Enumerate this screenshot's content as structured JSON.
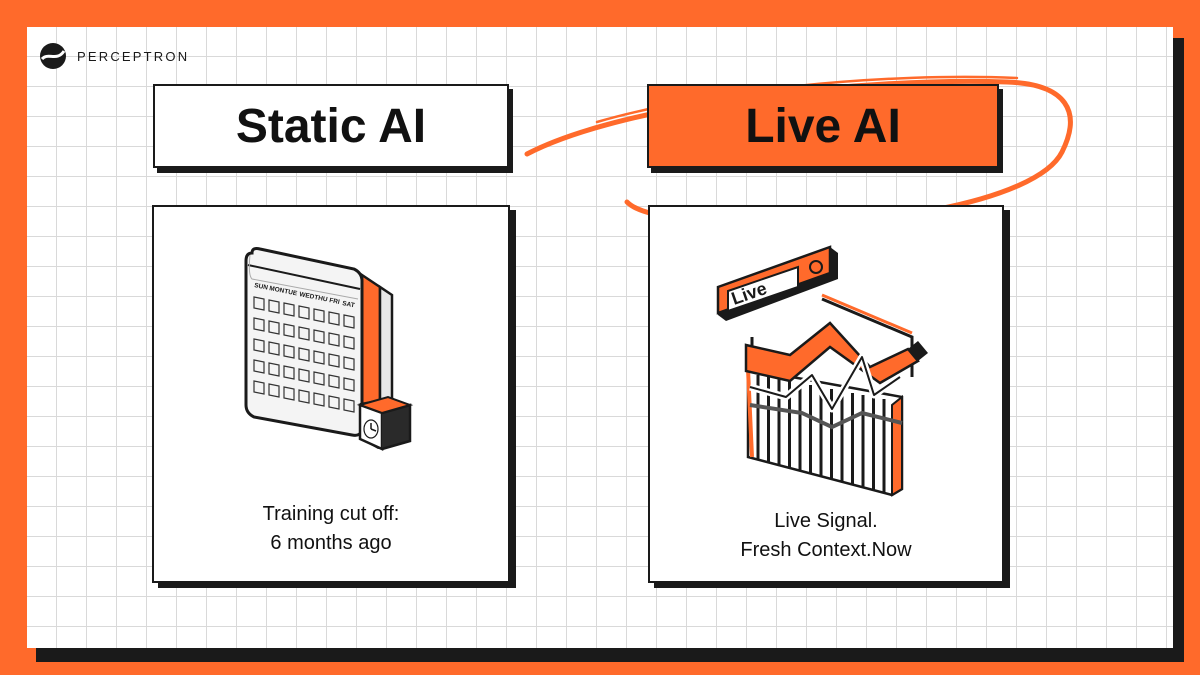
{
  "brand": {
    "name": "PERCEPTRON",
    "logo_icon": "perceptron-logo-icon"
  },
  "left_panel": {
    "title": "Static AI",
    "illustration_icon": "calendar-clock-icon",
    "weekdays": [
      "SUN",
      "MON",
      "TUE",
      "WED",
      "THU",
      "FRI",
      "SAT"
    ],
    "caption_lines": [
      "Training cut off:",
      "6 months ago"
    ]
  },
  "right_panel": {
    "title": "Live AI",
    "illustration_icon": "live-chart-icon",
    "sign_text": "Live",
    "caption_lines": [
      "Live Signal.",
      "Fresh Context.Now"
    ]
  },
  "colors": {
    "accent": "#ff6a2b",
    "ink": "#1a1a1a",
    "grid": "#d9d9d9",
    "paper": "#ffffff"
  }
}
